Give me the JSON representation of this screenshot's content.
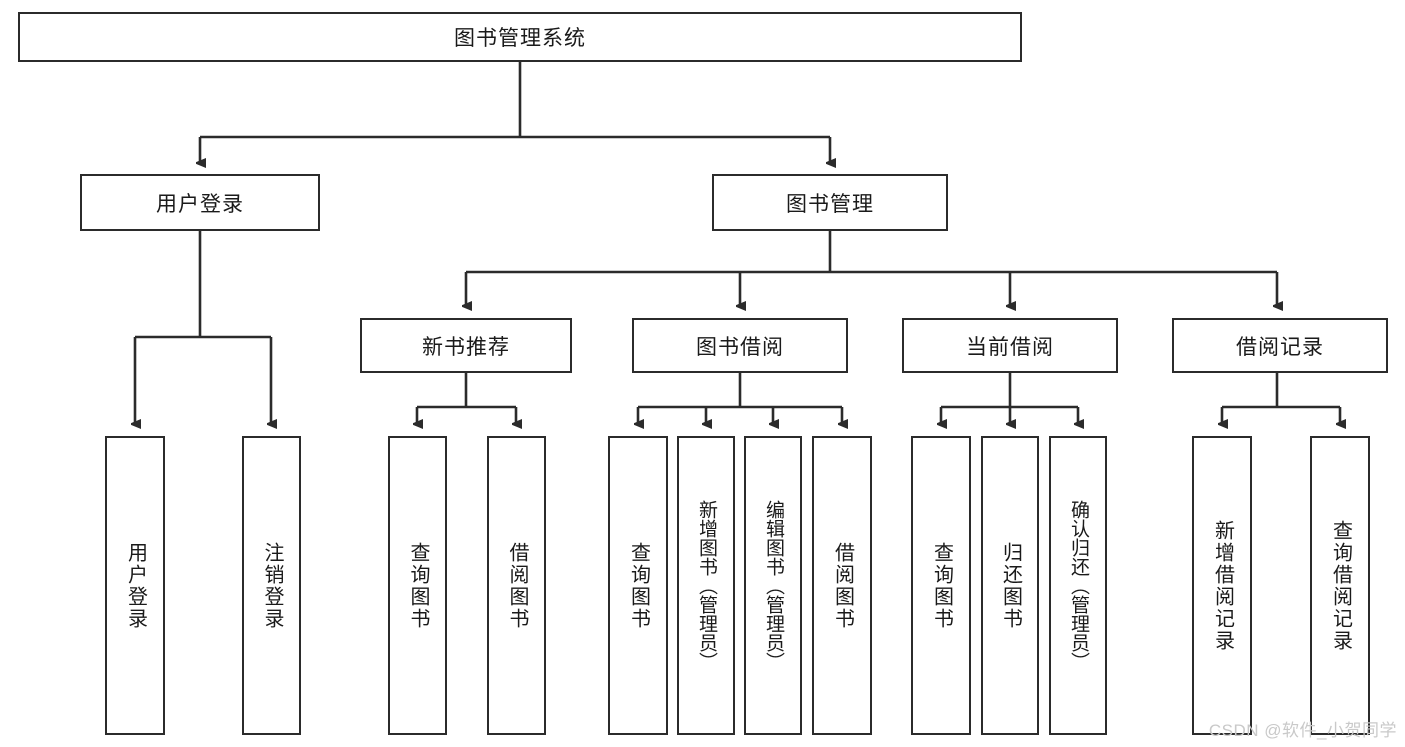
{
  "diagram": {
    "type": "tree",
    "title": "图书管理系统",
    "colors": {
      "stroke": "#2b2b2b",
      "fill": "#ffffff",
      "text": "#1a1a1a",
      "watermark": "#c9c9c9"
    },
    "levels": {
      "root": {
        "label": "图书管理系统"
      },
      "level2": [
        {
          "label": "用户登录"
        },
        {
          "label": "图书管理"
        }
      ],
      "level3": [
        {
          "label": "新书推荐"
        },
        {
          "label": "图书借阅"
        },
        {
          "label": "当前借阅"
        },
        {
          "label": "借阅记录"
        }
      ],
      "leaves": [
        {
          "label": "用户登录",
          "parent": "用户登录"
        },
        {
          "label": "注销登录",
          "parent": "用户登录"
        },
        {
          "label": "查询图书",
          "parent": "新书推荐"
        },
        {
          "label": "借阅图书",
          "parent": "新书推荐"
        },
        {
          "label": "查询图书",
          "parent": "图书借阅"
        },
        {
          "label": "新增图书（管理员）",
          "parent": "图书借阅"
        },
        {
          "label": "编辑图书（管理员）",
          "parent": "图书借阅"
        },
        {
          "label": "借阅图书",
          "parent": "图书借阅"
        },
        {
          "label": "查询图书",
          "parent": "当前借阅"
        },
        {
          "label": "归还图书",
          "parent": "当前借阅"
        },
        {
          "label": "确认归还（管理员）",
          "parent": "当前借阅"
        },
        {
          "label": "新增借阅记录",
          "parent": "借阅记录"
        },
        {
          "label": "查询借阅记录",
          "parent": "借阅记录"
        }
      ]
    }
  },
  "watermark": {
    "text": "CSDN @软件_小贺同学"
  }
}
